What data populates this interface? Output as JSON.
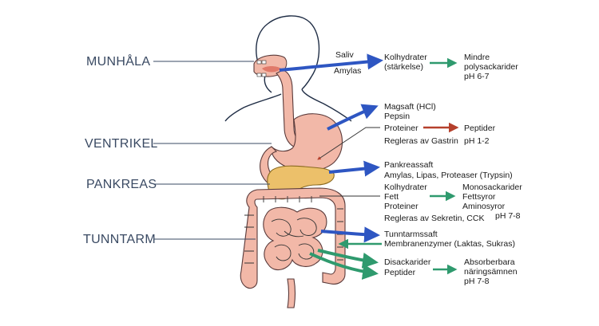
{
  "labels": {
    "mouth": "MUNHÅLA",
    "stomach": "VENTRIKEL",
    "pancreas": "PANKREAS",
    "small_intestine": "TUNNTARM"
  },
  "mouth": {
    "saliva": "Saliv",
    "enzyme": "Amylas",
    "substrate_1": "Kolhydrater",
    "substrate_2": "(stärkelse)",
    "product_1": "Mindre",
    "product_2": "polysackarider",
    "ph": "pH 6-7"
  },
  "stomach": {
    "juice": "Magsaft (HCl)",
    "enzyme": "Pepsin",
    "substrate": "Proteiner",
    "product": "Peptider",
    "regulation": "Regleras av Gastrin",
    "ph": "pH 1-2"
  },
  "pancreas": {
    "juice": "Pankreassaft",
    "enzymes": "Amylas, Lipas, Proteaser (Trypsin)",
    "substrates": [
      "Kolhydrater",
      "Fett",
      "Proteiner"
    ],
    "products": [
      "Monosackarider",
      "Fettsyror",
      "Aminosyror"
    ],
    "regulation": "Regleras av Sekretin, CCK",
    "ph": "pH 7-8"
  },
  "intestine": {
    "juice": "Tunntarmssaft",
    "enzymes": "Membranenzymer (Laktas, Sukras)",
    "substrate_1": "Disackarider",
    "substrate_2": "Peptider",
    "product_1": "Absorberbara",
    "product_2": "näringsämnen",
    "ph": "pH 7-8"
  },
  "colors": {
    "blue_arrow": "#2e56c2",
    "green_arrow": "#2f9a6e",
    "red_arrow": "#b5402c",
    "organ_pink": "#f2b8a8",
    "pancreas_yellow": "#ecc06a",
    "label_color": "#3a4a63"
  }
}
